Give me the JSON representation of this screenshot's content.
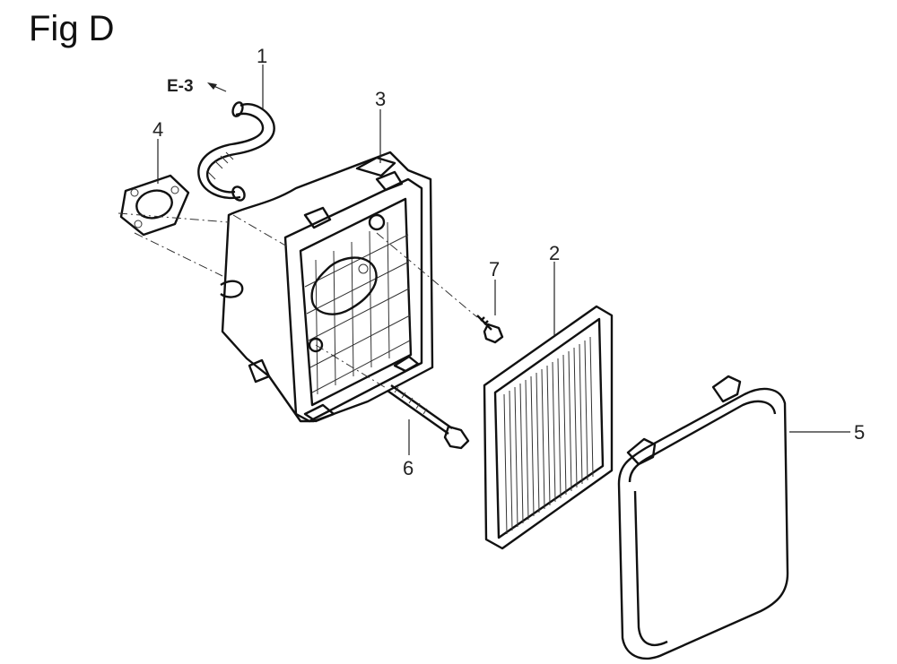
{
  "figure": {
    "title": "Fig D",
    "reference": "E-3"
  },
  "parts": [
    {
      "number": "1",
      "name": "breather-tube"
    },
    {
      "number": "2",
      "name": "air-filter-element"
    },
    {
      "number": "3",
      "name": "air-cleaner-case"
    },
    {
      "number": "4",
      "name": "gasket"
    },
    {
      "number": "5",
      "name": "air-cleaner-cover"
    },
    {
      "number": "6",
      "name": "long-bolt"
    },
    {
      "number": "7",
      "name": "short-bolt"
    }
  ]
}
